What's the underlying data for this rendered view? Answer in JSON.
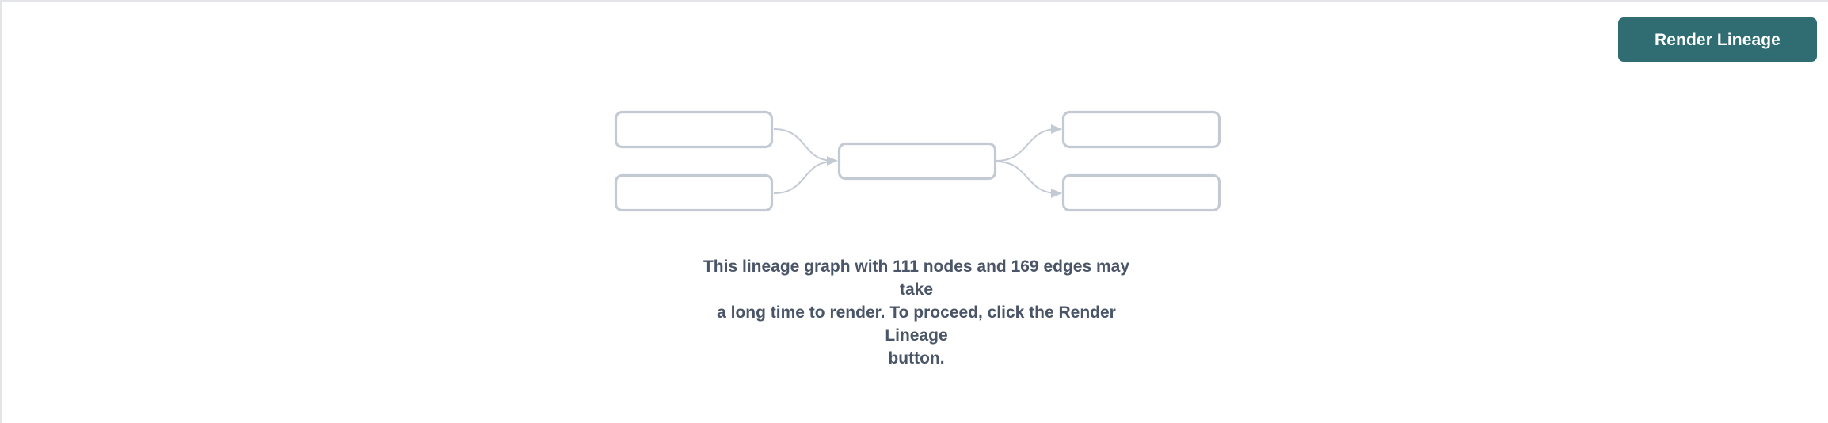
{
  "panel": {
    "background_color": "#ffffff",
    "border_color": "#e3e5e9"
  },
  "toolbar": {
    "render_lineage_label": "Render Lineage",
    "render_lineage_bg": "#2f6d73",
    "render_lineage_text_color": "#ffffff"
  },
  "placeholder_graph": {
    "node_border_color": "#c4cad4",
    "edge_color": "#c4cad4",
    "node_count_shown": 5,
    "edge_count_shown": 4,
    "nodes": [
      {
        "id": "left-top",
        "label": ""
      },
      {
        "id": "left-bottom",
        "label": ""
      },
      {
        "id": "center",
        "label": ""
      },
      {
        "id": "right-top",
        "label": ""
      },
      {
        "id": "right-bottom",
        "label": ""
      }
    ]
  },
  "message": {
    "text_color": "#4a5568",
    "lines": [
      "This lineage graph with 111 nodes and 169 edges may take",
      "a long time to render. To proceed, click the Render Lineage",
      "button."
    ],
    "node_count": "111",
    "edge_count": "169"
  }
}
